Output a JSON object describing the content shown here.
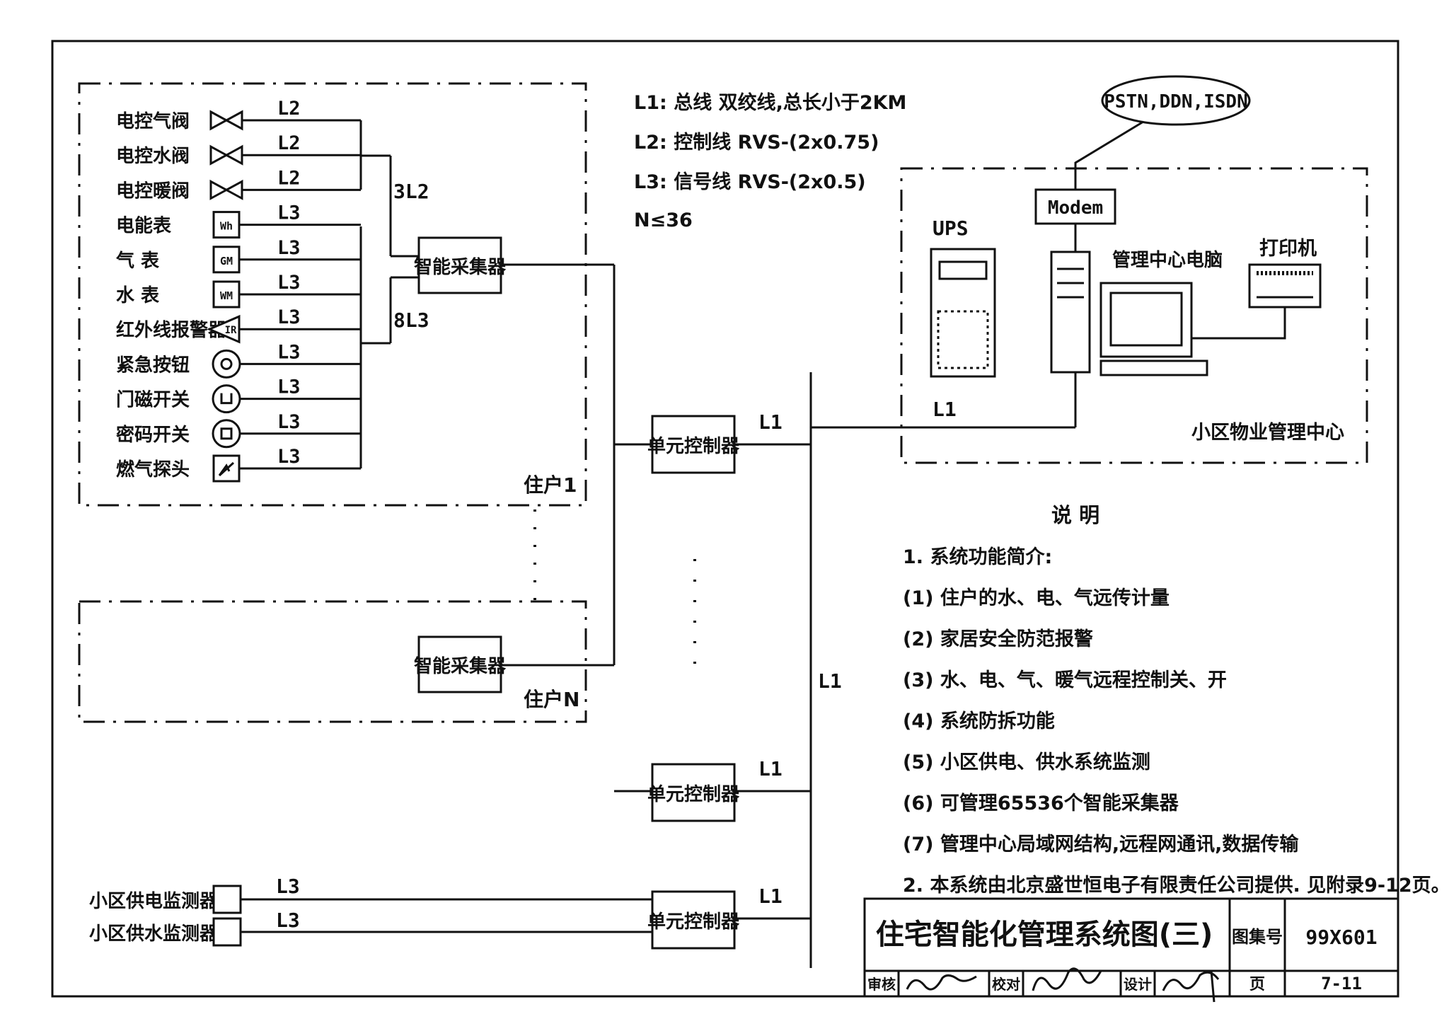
{
  "legend": {
    "l1": "L1:  总线  双绞线,总长小于2KM",
    "l2": "L2:  控制线 RVS-(2x0.75)",
    "l3": "L3:  信号线 RVS-(2x0.5)",
    "n": "N≤36"
  },
  "household1": {
    "label": "住户1",
    "devices": [
      {
        "name": "电控气阀",
        "icon": "valve-icon",
        "line": "L2"
      },
      {
        "name": "电控水阀",
        "icon": "valve-icon",
        "line": "L2"
      },
      {
        "name": "电控暖阀",
        "icon": "valve-icon",
        "line": "L2"
      },
      {
        "name": "电能表",
        "icon": "meter-icon",
        "symbol": "Wh",
        "line": "L3"
      },
      {
        "name": "气  表",
        "icon": "meter-icon",
        "symbol": "GM",
        "line": "L3"
      },
      {
        "name": "水  表",
        "icon": "meter-icon",
        "symbol": "WM",
        "line": "L3"
      },
      {
        "name": "红外线报警器",
        "icon": "infrared-icon",
        "symbol": "IR",
        "line": "L3"
      },
      {
        "name": "紧急按钮",
        "icon": "emergency-button-icon",
        "line": "L3"
      },
      {
        "name": "门磁开关",
        "icon": "door-switch-icon",
        "line": "L3"
      },
      {
        "name": "密码开关",
        "icon": "password-switch-icon",
        "line": "L3"
      },
      {
        "name": "燃气探头",
        "icon": "gas-detector-icon",
        "line": "L3"
      }
    ],
    "bus_3l2": "3L2",
    "bus_8l3": "8L3",
    "collector": "智能采集器"
  },
  "householdN": {
    "label": "住户N",
    "collector": "智能采集器"
  },
  "unit_controller": "单元控制器",
  "bus_label": "L1",
  "community_monitors": [
    {
      "name": "小区供电监测器",
      "line": "L3"
    },
    {
      "name": "小区供水监测器",
      "line": "L3"
    }
  ],
  "center": {
    "network": "PSTN,DDN,ISDN",
    "modem": "Modem",
    "ups": "UPS",
    "computer": "管理中心电脑",
    "printer": "打印机",
    "label": "小区物业管理中心",
    "bus": "L1"
  },
  "notes": {
    "heading": "说    明",
    "items": [
      "1. 系统功能简介:",
      "(1) 住户的水、电、气远传计量",
      "(2) 家居安全防范报警",
      "(3) 水、电、气、暖气远程控制关、开",
      "(4) 系统防拆功能",
      "(5) 小区供电、供水系统监测",
      "(6) 可管理65536个智能采集器",
      "(7) 管理中心局域网结构,远程网通讯,数据传输",
      "2. 本系统由北京盛世恒电子有限责任公司提供. 见附录9-12页。"
    ]
  },
  "title_block": {
    "title": "住宅智能化管理系统图(三)",
    "atlas_label": "图集号",
    "atlas_no": "99X601",
    "review": "审核",
    "check": "校对",
    "design": "设计",
    "page_label": "页",
    "page_no": "7-11"
  }
}
